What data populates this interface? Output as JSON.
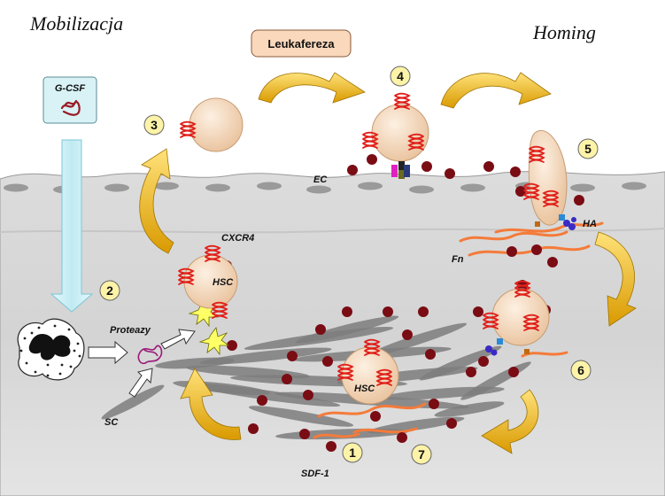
{
  "titles": {
    "left": "Mobilizacja",
    "right": "Homing"
  },
  "boxes": {
    "leukafereza": "Leukafereza",
    "gcsf": "G-CSF"
  },
  "labels": {
    "ec": "EC",
    "cxcr4": "CXCR4",
    "hsc_marrow": "HSC",
    "hsc_niche": "HSC",
    "proteazy": "Proteazy",
    "sc": "SC",
    "fn": "Fn",
    "ha": "HA",
    "sdf1": "SDF-1"
  },
  "steps": [
    "1",
    "2",
    "3",
    "4",
    "5",
    "6",
    "7"
  ],
  "colors": {
    "tissue": "#d2d2d2",
    "tissue_top": "#e6e6e6",
    "cell": "#f3d5b5",
    "receptor": "#e0201a",
    "ligand": "#7a0c14",
    "arrow": "#f0b800",
    "gcsf_box": "#d8f2f6",
    "leuka_box": "#fad8bc",
    "step_circle": "#fdf3a8",
    "fibre": "#f47b3a",
    "stroma": "#7c7c7c"
  }
}
